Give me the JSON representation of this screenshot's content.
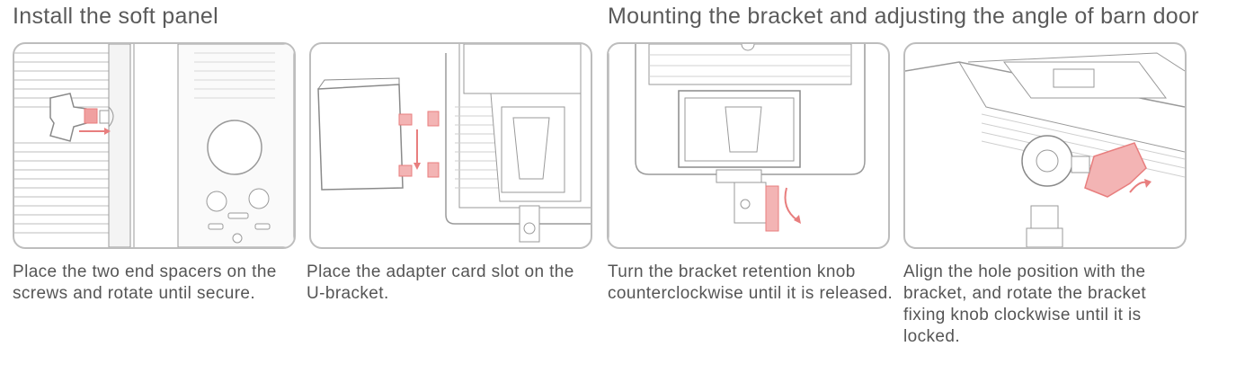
{
  "sections": [
    {
      "title": "Install the soft panel"
    },
    {
      "title": "Mounting the bracket and adjusting the  angle of barn door"
    }
  ],
  "steps": [
    {
      "caption": "Place the two end spacers on the screws and rotate until secure."
    },
    {
      "caption": "Place the adapter card slot on the U-bracket."
    },
    {
      "caption": "Turn the bracket retention knob counterclockwise until it is released."
    },
    {
      "caption": "Align the hole position with the bracket, and rotate the bracket fixing knob clockwise until it is locked."
    }
  ],
  "colors": {
    "accent": "#e87e7e",
    "accent_fill": "#f3b4b4",
    "line": "#9a9a9a",
    "frame": "#bdbdbd"
  },
  "icons": [
    "arrow-right-icon",
    "arrow-down-icon",
    "rotate-ccw-icon",
    "rotate-cw-icon"
  ]
}
